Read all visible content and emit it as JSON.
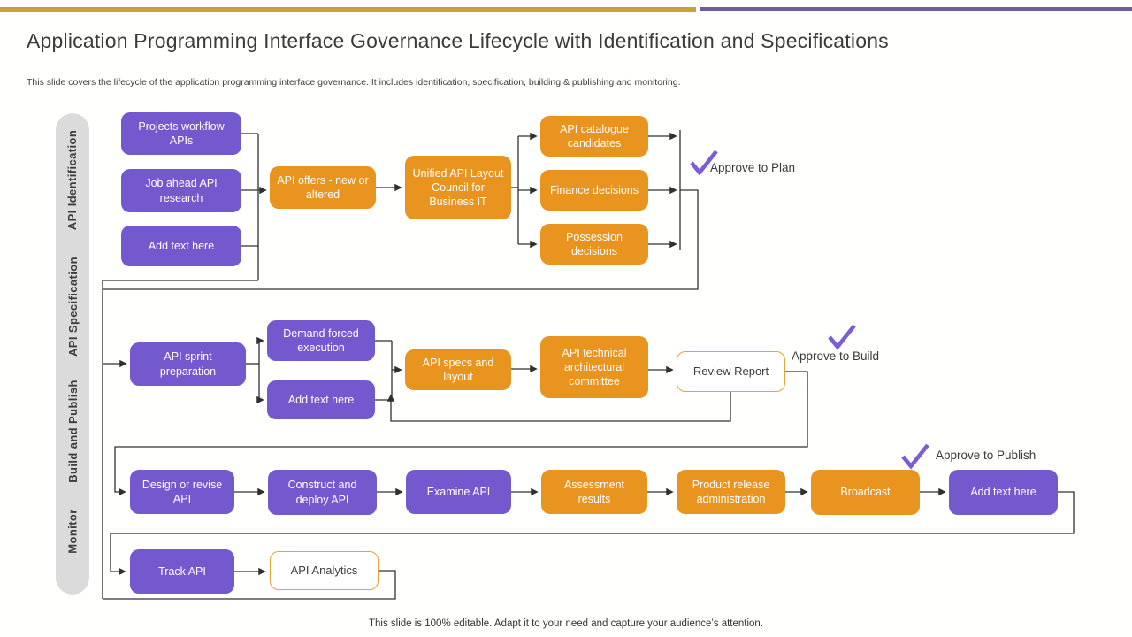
{
  "slide": {
    "title": "Application Programming Interface Governance Lifecycle with Identification and Specifications",
    "subtitle": "This slide covers the lifecycle of the application programming interface governance. It includes identification, specification, building & publishing and monitoring.",
    "footer": "This slide is 100% editable. Adapt it to your need and capture your audience’s attention."
  },
  "sidebar": {
    "sections": [
      {
        "label": "API Identification"
      },
      {
        "label": "API Specification"
      },
      {
        "label": "Build and Publish"
      },
      {
        "label": "Monitor"
      }
    ]
  },
  "flow": {
    "identification": {
      "projects": "Projects workflow APIs",
      "job_ahead": "Job ahead API research",
      "add_text": "Add text here",
      "offers": "API offers - new or altered",
      "council": "Unified API Layout Council for Business IT",
      "catalogue": "API catalogue candidates",
      "finance": "Finance decisions",
      "possession": "Possession decisions",
      "approve": "Approve to Plan"
    },
    "specification": {
      "sprint": "API sprint preparation",
      "demand": "Demand forced execution",
      "add_text": "Add text here",
      "specs": "API specs and layout",
      "committee": "API technical architectural committee",
      "review": "Review Report",
      "approve": "Approve to Build"
    },
    "build_publish": {
      "design": "Design or revise API",
      "construct": "Construct and deploy API",
      "examine": "Examine API",
      "assessment": "Assessment results",
      "product": "Product release administration",
      "broadcast": "Broadcast",
      "add_text": "Add text here",
      "approve": "Approve to Publish"
    },
    "monitor": {
      "track": "Track API",
      "analytics": "API Analytics"
    }
  },
  "colors": {
    "purple_node": "#7458CE",
    "orange_node": "#E8941E",
    "outline_border": "#E8A23C",
    "checkmark": "#7B5CD6",
    "topbar_gold": "#C7A23C",
    "topbar_purple": "#6F5B9B",
    "connector_line": "#303030",
    "rail_background": "#DBDBDB"
  }
}
